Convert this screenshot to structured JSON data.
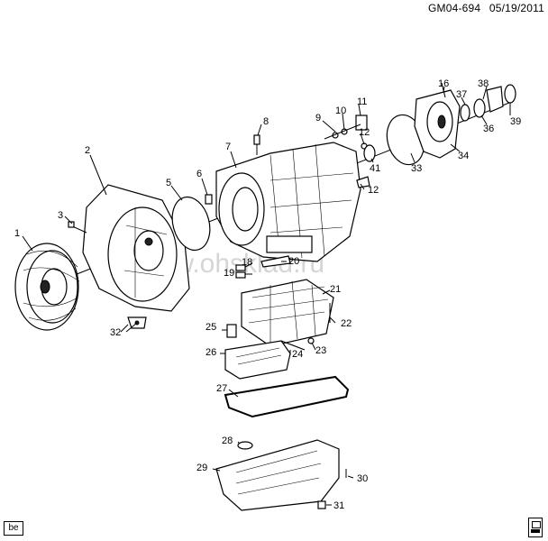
{
  "header": {
    "code": "GM04-694",
    "date": "05/19/2011"
  },
  "watermark": "www.ohsklad.ru",
  "corner_badge": "be",
  "icons": {
    "corner_right": "document-stamp-icon"
  },
  "callouts": [
    {
      "id": "c1",
      "label": "1"
    },
    {
      "id": "c2",
      "label": "2"
    },
    {
      "id": "c3",
      "label": "3"
    },
    {
      "id": "c5",
      "label": "5"
    },
    {
      "id": "c6",
      "label": "6"
    },
    {
      "id": "c7",
      "label": "7"
    },
    {
      "id": "c8",
      "label": "8"
    },
    {
      "id": "c9",
      "label": "9"
    },
    {
      "id": "c10",
      "label": "10"
    },
    {
      "id": "c11",
      "label": "11"
    },
    {
      "id": "c12a",
      "label": "12"
    },
    {
      "id": "c12b",
      "label": "12"
    },
    {
      "id": "c16",
      "label": "16"
    },
    {
      "id": "c18",
      "label": "18"
    },
    {
      "id": "c19",
      "label": "19"
    },
    {
      "id": "c20",
      "label": "20"
    },
    {
      "id": "c21",
      "label": "21"
    },
    {
      "id": "c22",
      "label": "22"
    },
    {
      "id": "c23",
      "label": "23"
    },
    {
      "id": "c24",
      "label": "24"
    },
    {
      "id": "c25",
      "label": "25"
    },
    {
      "id": "c26",
      "label": "26"
    },
    {
      "id": "c27",
      "label": "27"
    },
    {
      "id": "c28",
      "label": "28"
    },
    {
      "id": "c29",
      "label": "29"
    },
    {
      "id": "c30",
      "label": "30"
    },
    {
      "id": "c31",
      "label": "31"
    },
    {
      "id": "c32",
      "label": "32"
    },
    {
      "id": "c33",
      "label": "33"
    },
    {
      "id": "c34",
      "label": "34"
    },
    {
      "id": "c36",
      "label": "36"
    },
    {
      "id": "c37",
      "label": "37"
    },
    {
      "id": "c38",
      "label": "38"
    },
    {
      "id": "c39",
      "label": "39"
    },
    {
      "id": "c41",
      "label": "41"
    }
  ]
}
